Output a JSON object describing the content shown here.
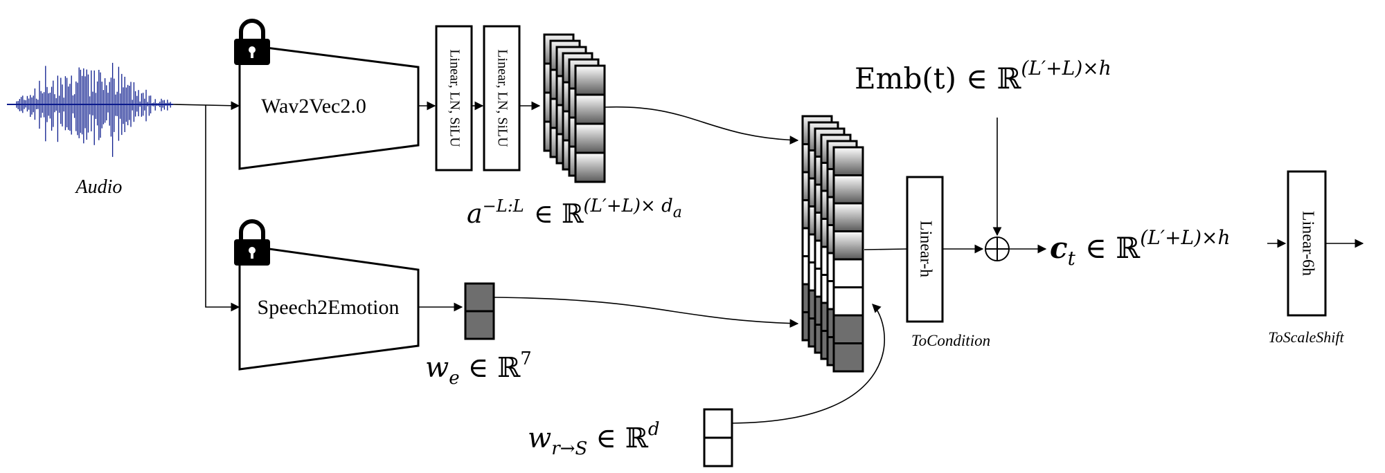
{
  "labels": {
    "audio": "Audio",
    "wav2vec": "Wav2Vec2.0",
    "speech2emotion": "Speech2Emotion",
    "linear_block_1": "Linear, LN, SiLU",
    "linear_block_2": "Linear, LN, SiLU",
    "linear_h": "Linear-h",
    "linear_6h": "Linear-6h",
    "to_condition": "ToCondition",
    "to_scale_shift": "ToScaleShift"
  },
  "math": {
    "audio_feature": {
      "base": "a",
      "sup": "−L:L",
      "rel": "∈ ℝ",
      "dim": "(L′+L)× d",
      "dim_sub": "a"
    },
    "emotion": {
      "base": "w",
      "sub": "e",
      "rel": "∈ ℝ",
      "dim": "7"
    },
    "style": {
      "base": "w",
      "sub": "r→S",
      "rel": "∈ ℝ",
      "dim": "d"
    },
    "time_emb": {
      "base": "Emb(t)",
      "rel": "∈ ℝ",
      "dim": "(L′+L)×h"
    },
    "condition": {
      "base": "c",
      "sub": "t",
      "rel": "∈ ℝ",
      "dim": "(L′+L)×h"
    },
    "plus_symbol": "+"
  },
  "icons": {
    "lock_1": "lock-icon",
    "lock_2": "lock-icon",
    "waveform": "audio-waveform-icon"
  },
  "colors": {
    "waveform": "#0a1a8c",
    "dark_cell": "#6e6e6e",
    "stroke": "#000000"
  }
}
